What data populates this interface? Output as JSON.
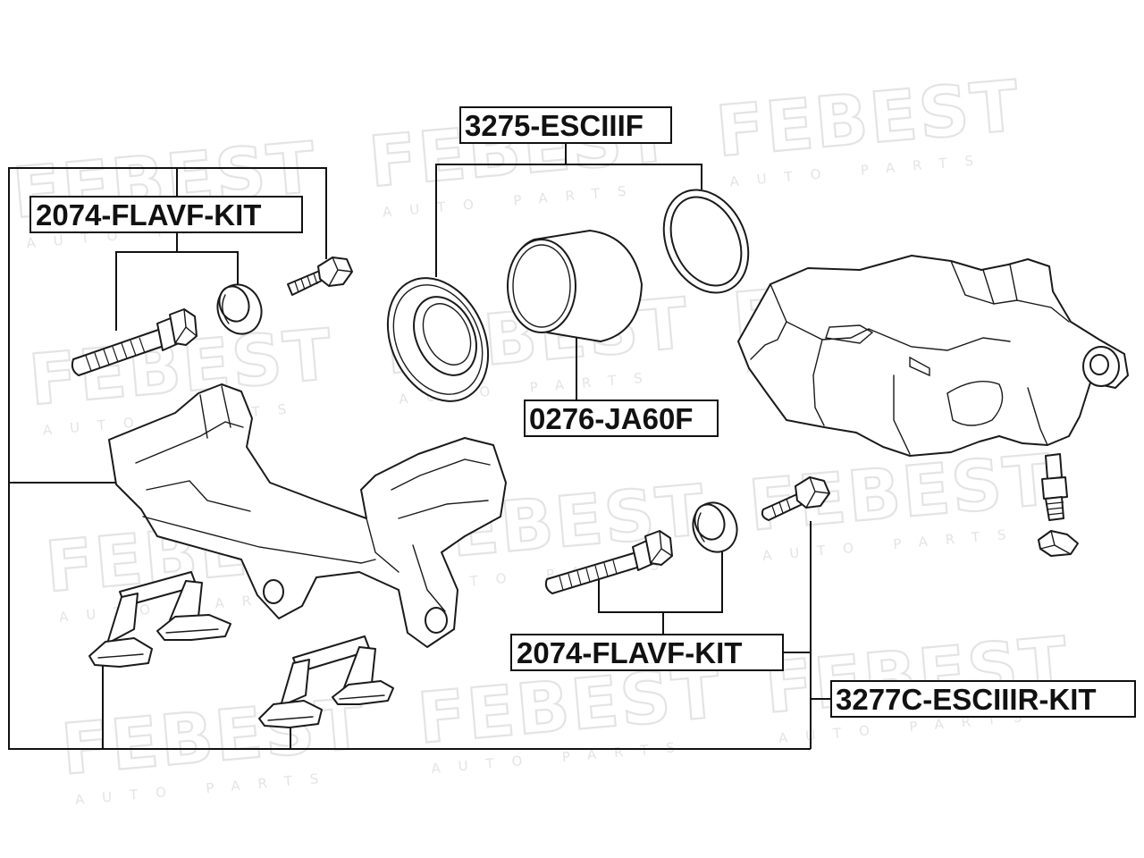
{
  "watermark": {
    "brand": "FEBEST",
    "tagline": "AUTO PARTS"
  },
  "labels": {
    "kit_upper_left": "2074-FLAVF-KIT",
    "seal_kit": "3275-ESCIIIF",
    "piston": "0276-JA60F",
    "kit_lower_right": "2074-FLAVF-KIT",
    "caliper_kit": "3277C-ESCIIIR-KIT"
  }
}
